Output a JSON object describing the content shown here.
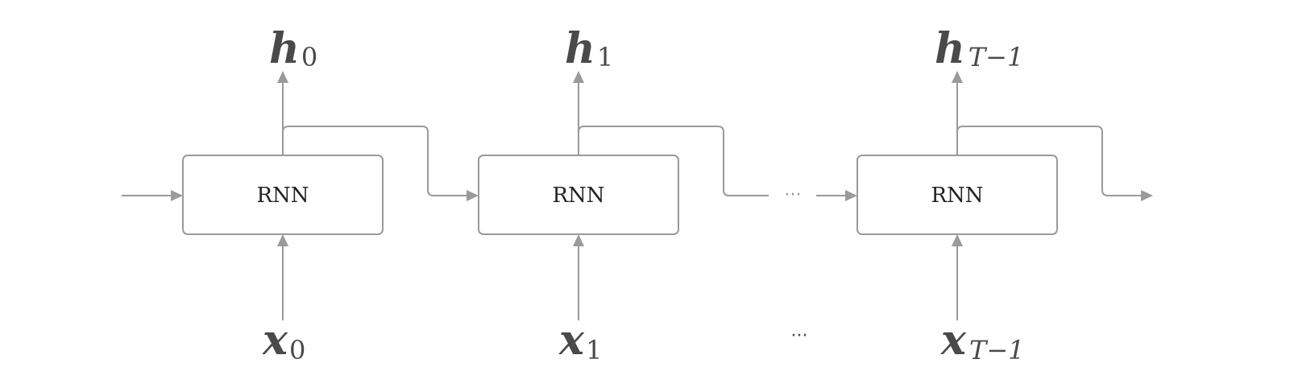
{
  "diagram": {
    "cells": [
      {
        "label": "RNN",
        "output": {
          "symbol": "h",
          "subscript": "0"
        },
        "input": {
          "symbol": "x",
          "subscript": "0"
        }
      },
      {
        "label": "RNN",
        "output": {
          "symbol": "h",
          "subscript": "1"
        },
        "input": {
          "symbol": "x",
          "subscript": "1"
        }
      },
      {
        "label": "RNN",
        "output": {
          "symbol": "h",
          "subscript": "T−1"
        },
        "input": {
          "symbol": "x",
          "subscript": "T−1"
        }
      }
    ],
    "ellipsis_middle": "···",
    "ellipsis_bottom": "···"
  },
  "colors": {
    "wire": "#9a9a9a",
    "text": "#4a4a4a"
  }
}
